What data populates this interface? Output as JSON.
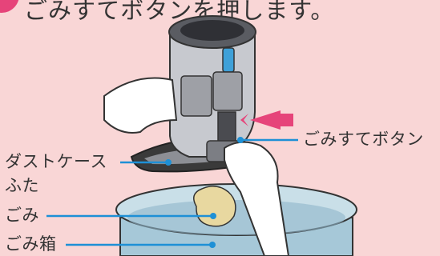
{
  "heading": "ごみすてボタンを押します。",
  "callouts": {
    "dust_button": "ごみすてボタン",
    "dust_case_lid_line1": "ダストケース",
    "dust_case_lid_line2": "ふた",
    "dust": "ごみ",
    "trash_bin": "ごみ箱"
  },
  "colors": {
    "background": "#f9d6d6",
    "accent_arrow": "#e6447a",
    "leader_line": "#1e90d6",
    "bin": "#a6c8d8",
    "unit_body": "#c7c9cf"
  }
}
